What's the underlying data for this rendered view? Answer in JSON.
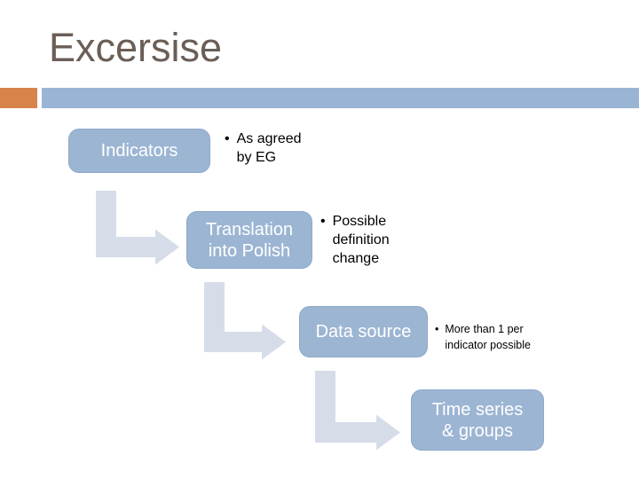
{
  "slide": {
    "title": "Excersise"
  },
  "glyphs": {
    "bullet": "•"
  },
  "colors": {
    "background": "#ffffff",
    "title-color": "#6a5e57",
    "accent-orange": "#d9834c",
    "accent-blue": "#9ab5d4",
    "box-fill": "#9cb5d3",
    "box-border": "#8ca9c9",
    "box-text": "#ffffff",
    "arrow-fill": "#d6dde9",
    "note-text": "#000000"
  },
  "steps": [
    {
      "label": "Indicators",
      "note": "As agreed\nby EG"
    },
    {
      "label": "Translation\ninto Polish",
      "note": "Possible\ndefinition\nchange"
    },
    {
      "label": "Data source",
      "note": "More than 1 per\nindicator possible"
    },
    {
      "label": "Time series\n& groups",
      "note": ""
    }
  ]
}
